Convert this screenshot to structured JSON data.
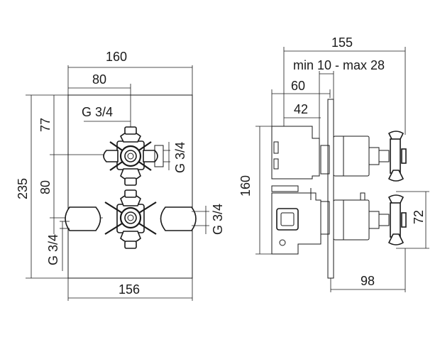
{
  "front_view": {
    "dim_width_top": "160",
    "dim_center_x": "80",
    "dim_connection_top": "G 3/4",
    "dim_height_total": "235",
    "dim_upper_offset": "77",
    "dim_lower_offset": "80",
    "dim_connection_right_upper": "G 3/4",
    "dim_connection_right_lower": "G 3/4",
    "dim_connection_left_lower": "G 3/4",
    "dim_width_bottom": "156"
  },
  "side_view": {
    "dim_total_depth": "155",
    "dim_wall_range": "min 10 - max 28",
    "dim_depth_60": "60",
    "dim_depth_42": "42",
    "dim_height_160": "160",
    "dim_handle_spacing": "72",
    "dim_projection": "98"
  }
}
